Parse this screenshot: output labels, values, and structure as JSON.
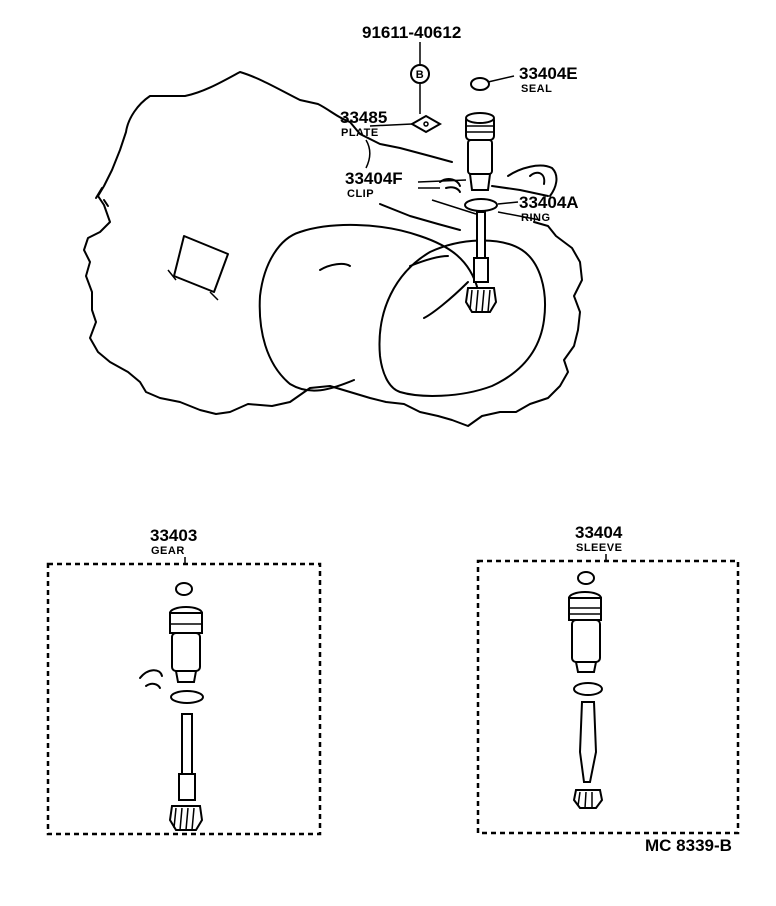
{
  "callouts": {
    "bolt": {
      "number": "91611-40612",
      "symbol": "B"
    },
    "seal": {
      "number": "33404E",
      "name": "SEAL"
    },
    "plate": {
      "number": "33485",
      "name": "PLATE"
    },
    "clip": {
      "number": "33404F",
      "name": "CLIP"
    },
    "ring": {
      "number": "33404A",
      "name": "RING"
    },
    "gear": {
      "number": "33403",
      "name": "GEAR"
    },
    "sleeve": {
      "number": "33404",
      "name": "SLEEVE"
    }
  },
  "diagram_code": "MC 8339-B"
}
